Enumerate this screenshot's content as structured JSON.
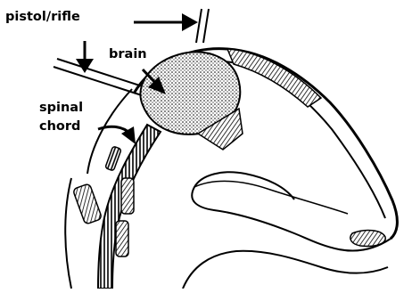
{
  "labels": {
    "pistol": "pistol/rifle",
    "brain": "brain",
    "spinal_line1": "spinal",
    "spinal_line2": "chord"
  },
  "colors": {
    "ink": "#000000",
    "paper": "#ffffff"
  }
}
